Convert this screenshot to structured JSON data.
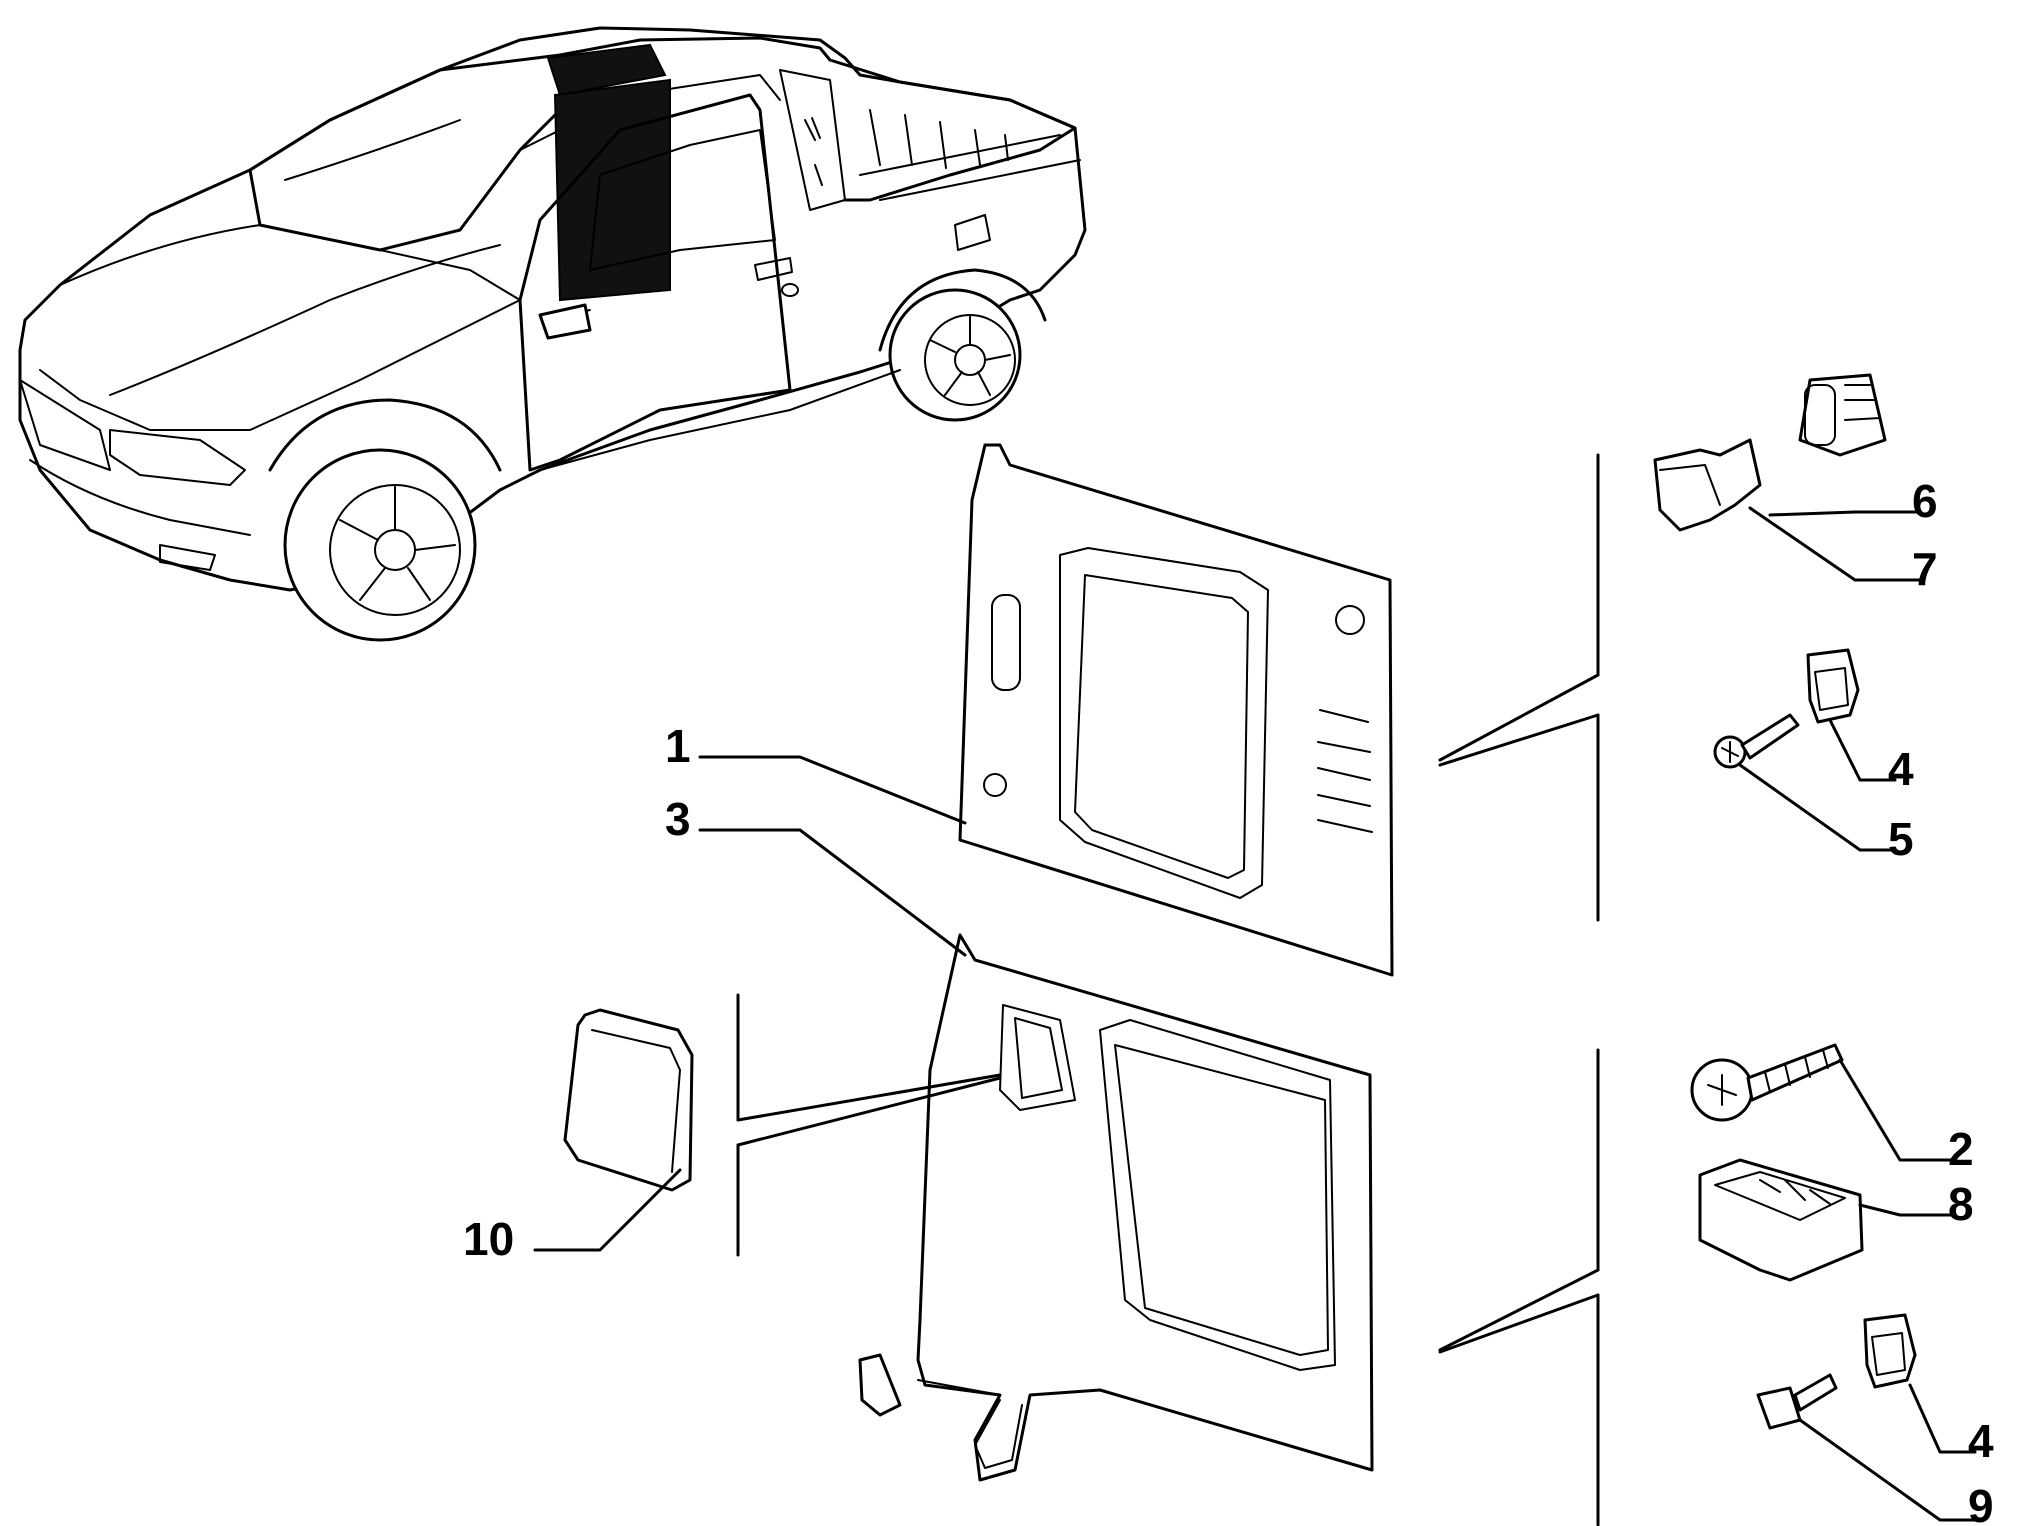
{
  "callouts": {
    "c1": "1",
    "c2": "2",
    "c3": "3",
    "c4a": "4",
    "c4b": "4",
    "c5": "5",
    "c6": "6",
    "c7": "7",
    "c8": "8",
    "c9": "9",
    "c10": "10"
  },
  "colors": {
    "line": "#000000",
    "background": "#ffffff"
  }
}
